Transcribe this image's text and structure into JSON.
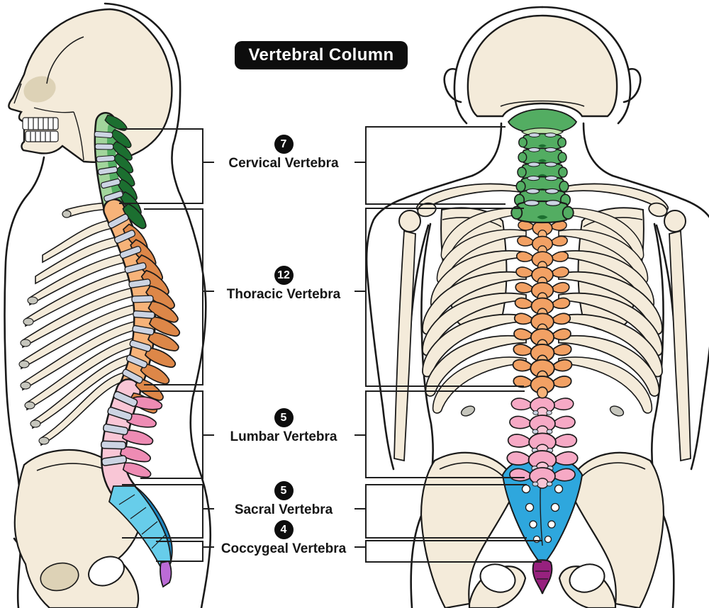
{
  "title": "Vertebral Column",
  "sections": [
    {
      "id": "cervical",
      "count": "7",
      "name": "Cervical Vertebra",
      "color": "#53ad62"
    },
    {
      "id": "thoracic",
      "count": "12",
      "name": "Thoracic Vertebra",
      "color": "#f2a164"
    },
    {
      "id": "lumbar",
      "count": "5",
      "name": "Lumbar Vertebra",
      "color": "#f6a9c5"
    },
    {
      "id": "sacral",
      "count": "5",
      "name": "Sacral Vertebra",
      "color": "#2ea7dd"
    },
    {
      "id": "coccygeal",
      "count": "4",
      "name": "Coccygeal Vertebra",
      "color": "#97217e"
    }
  ],
  "colors": {
    "background": "#ffffff",
    "outline": "#1a1a1a",
    "line": "#1f1f1f",
    "badge_bg": "#0d0d0d",
    "badge_text": "#ffffff",
    "label_text": "#151515",
    "bone": "#f4ebda",
    "bone_shadow": "#ddd2b6",
    "gray_cap": "#c6c6bd",
    "disc": "#ccd4e3",
    "cervical_light": "#a2d59c",
    "cervical_mid": "#53ad62",
    "cervical_dark": "#1c6f30",
    "cervical_band": "#bfe3ab",
    "thoracic_light": "#f7b379",
    "thoracic_mid": "#f2a164",
    "thoracic_dark": "#dd8748",
    "lumbar_light": "#f9c6d6",
    "lumbar_mid": "#f6a9c5",
    "lumbar_dark": "#ee8cb4",
    "sacral_light": "#67cdea",
    "sacral_mid": "#2ea7dd",
    "sacral_dark": "#1e86c1",
    "coccyx_light": "#bb6bd6",
    "coccyx_dark": "#97217e"
  }
}
